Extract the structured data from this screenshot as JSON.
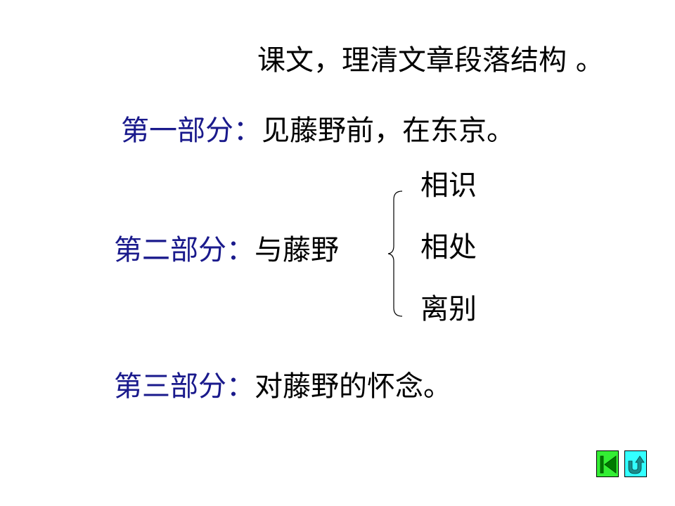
{
  "slide": {
    "title": "课文，理清文章段落结构 。",
    "parts": [
      {
        "label": "第一部分：",
        "text": "见藤野前，在东京。"
      },
      {
        "label": "第二部分：",
        "text": "与藤野",
        "sub_items": [
          "相识",
          "相处",
          "离别"
        ]
      },
      {
        "label": "第三部分：",
        "text": "对藤野的怀念。"
      }
    ]
  },
  "nav": {
    "first_button": {
      "icon": "skip-to-first-icon",
      "color": "#33ee33"
    },
    "return_button": {
      "icon": "u-turn-return-icon",
      "color": "#33ffff"
    }
  },
  "colors": {
    "label": "#1a1a8c",
    "text": "#000000",
    "background": "#ffffff"
  }
}
